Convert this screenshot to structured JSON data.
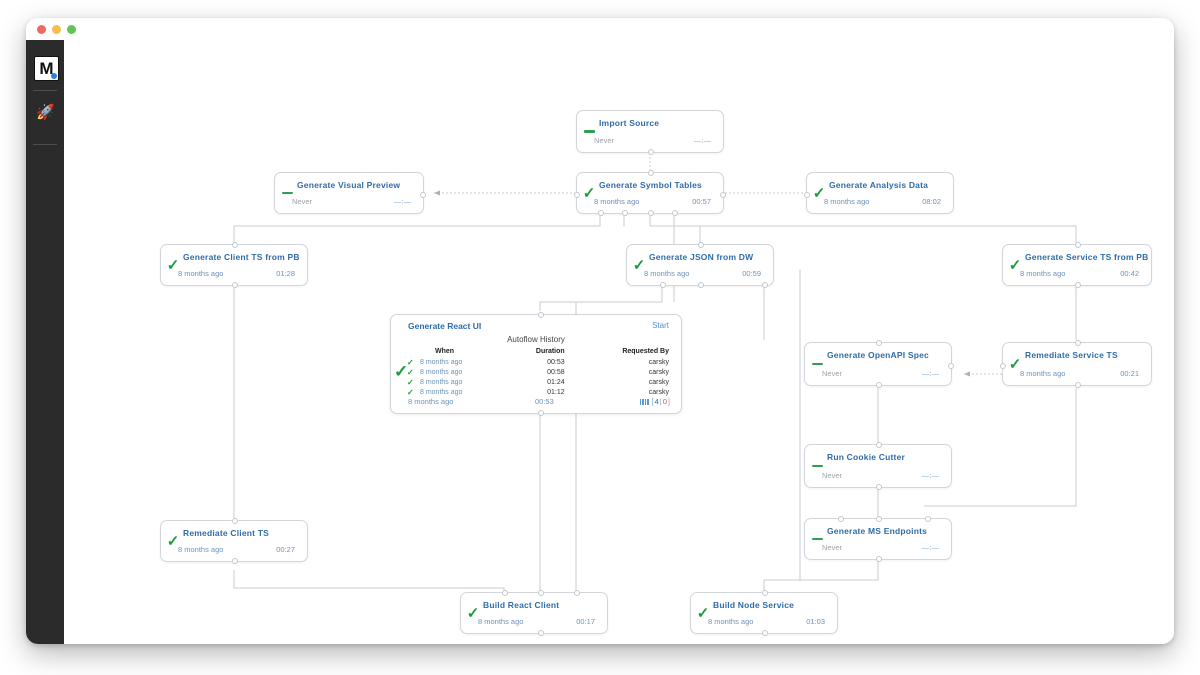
{
  "window": {
    "traffic_lights": [
      "close",
      "minimize",
      "maximize"
    ],
    "rail": {
      "logo_letter": "M",
      "items": [
        {
          "name": "rocket-icon",
          "glyph": "🚀"
        }
      ]
    }
  },
  "graph": {
    "nodes": [
      {
        "id": "import-source",
        "title": "Import Source",
        "when": "Never",
        "duration": "—:—",
        "status": "none"
      },
      {
        "id": "generate-visual-preview",
        "title": "Generate Visual Preview",
        "when": "Never",
        "duration": "—:—",
        "status": "none"
      },
      {
        "id": "generate-symbol-tables",
        "title": "Generate Symbol Tables",
        "when": "8 months ago",
        "duration": "00:57",
        "status": "ok"
      },
      {
        "id": "generate-analysis-data",
        "title": "Generate Analysis Data",
        "when": "8 months ago",
        "duration": "08:02",
        "status": "ok"
      },
      {
        "id": "generate-client-ts-from-pb",
        "title": "Generate Client TS from PB",
        "when": "8 months ago",
        "duration": "01:28",
        "status": "ok"
      },
      {
        "id": "generate-json-from-dw",
        "title": "Generate JSON from DW",
        "when": "8 months ago",
        "duration": "00:59",
        "status": "ok"
      },
      {
        "id": "generate-service-ts-from-pb",
        "title": "Generate Service TS from PB",
        "when": "8 months ago",
        "duration": "00:42",
        "status": "ok"
      },
      {
        "id": "generate-openapi-spec",
        "title": "Generate OpenAPI Spec",
        "when": "Never",
        "duration": "—:—",
        "status": "none"
      },
      {
        "id": "remediate-service-ts",
        "title": "Remediate Service TS",
        "when": "8 months ago",
        "duration": "00:21",
        "status": "ok"
      },
      {
        "id": "run-cookie-cutter",
        "title": "Run Cookie Cutter",
        "when": "Never",
        "duration": "—:—",
        "status": "none"
      },
      {
        "id": "generate-ms-endpoints",
        "title": "Generate MS Endpoints",
        "when": "Never",
        "duration": "—:—",
        "status": "none"
      },
      {
        "id": "remediate-client-ts",
        "title": "Remediate Client TS",
        "when": "8 months ago",
        "duration": "00:27",
        "status": "ok"
      },
      {
        "id": "build-react-client",
        "title": "Build React Client",
        "when": "8 months ago",
        "duration": "00:17",
        "status": "ok"
      },
      {
        "id": "build-node-service",
        "title": "Build Node Service",
        "when": "8 months ago",
        "duration": "01:03",
        "status": "ok"
      }
    ],
    "expanded_node": {
      "id": "generate-react-ui",
      "title": "Generate React UI",
      "start_label": "Start",
      "history_header": "Autoflow History",
      "columns": [
        "When",
        "Duration",
        "Requested By"
      ],
      "rows": [
        {
          "status": "ok",
          "when": "8 months ago",
          "duration": "00:53",
          "requested_by": "carsky"
        },
        {
          "status": "ok",
          "when": "8 months ago",
          "duration": "00:58",
          "requested_by": "carsky"
        },
        {
          "status": "ok",
          "when": "8 months ago",
          "duration": "01:24",
          "requested_by": "carsky"
        },
        {
          "status": "ok",
          "when": "8 months ago",
          "duration": "01:12",
          "requested_by": "carsky"
        }
      ],
      "footer": {
        "when": "8 months ago",
        "duration": "00:53",
        "success_count": "4",
        "failure_count": "0",
        "bracket_open": "[",
        "separator": "|",
        "bracket_close": "]"
      }
    }
  },
  "colors": {
    "accent_blue": "#2f6ca8",
    "link_blue": "#4a90d9",
    "success_green": "#1f9b3f",
    "muted_blue": "#6c93b8",
    "error_red": "#d9534f",
    "node_border": "#d2d6da",
    "rail_bg": "#2b2b2b"
  }
}
